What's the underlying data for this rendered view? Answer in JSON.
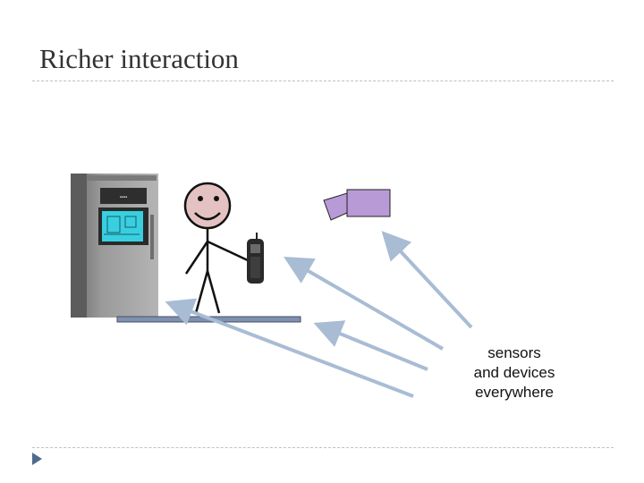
{
  "slide": {
    "title": "Richer interaction",
    "caption": {
      "line1": "sensors",
      "line2": "and devices",
      "line3": "everywhere"
    }
  },
  "colors": {
    "title_text": "#333333",
    "divider": "#b8c2cc",
    "arrow": "#a8bcd4",
    "stick_figure_face": "#e5c2c2",
    "camera": "#b89ad6",
    "platform": "#8090b0",
    "nav_bullet": "#4f6a8f"
  },
  "icons": {
    "nav": "triangle-right-icon"
  }
}
